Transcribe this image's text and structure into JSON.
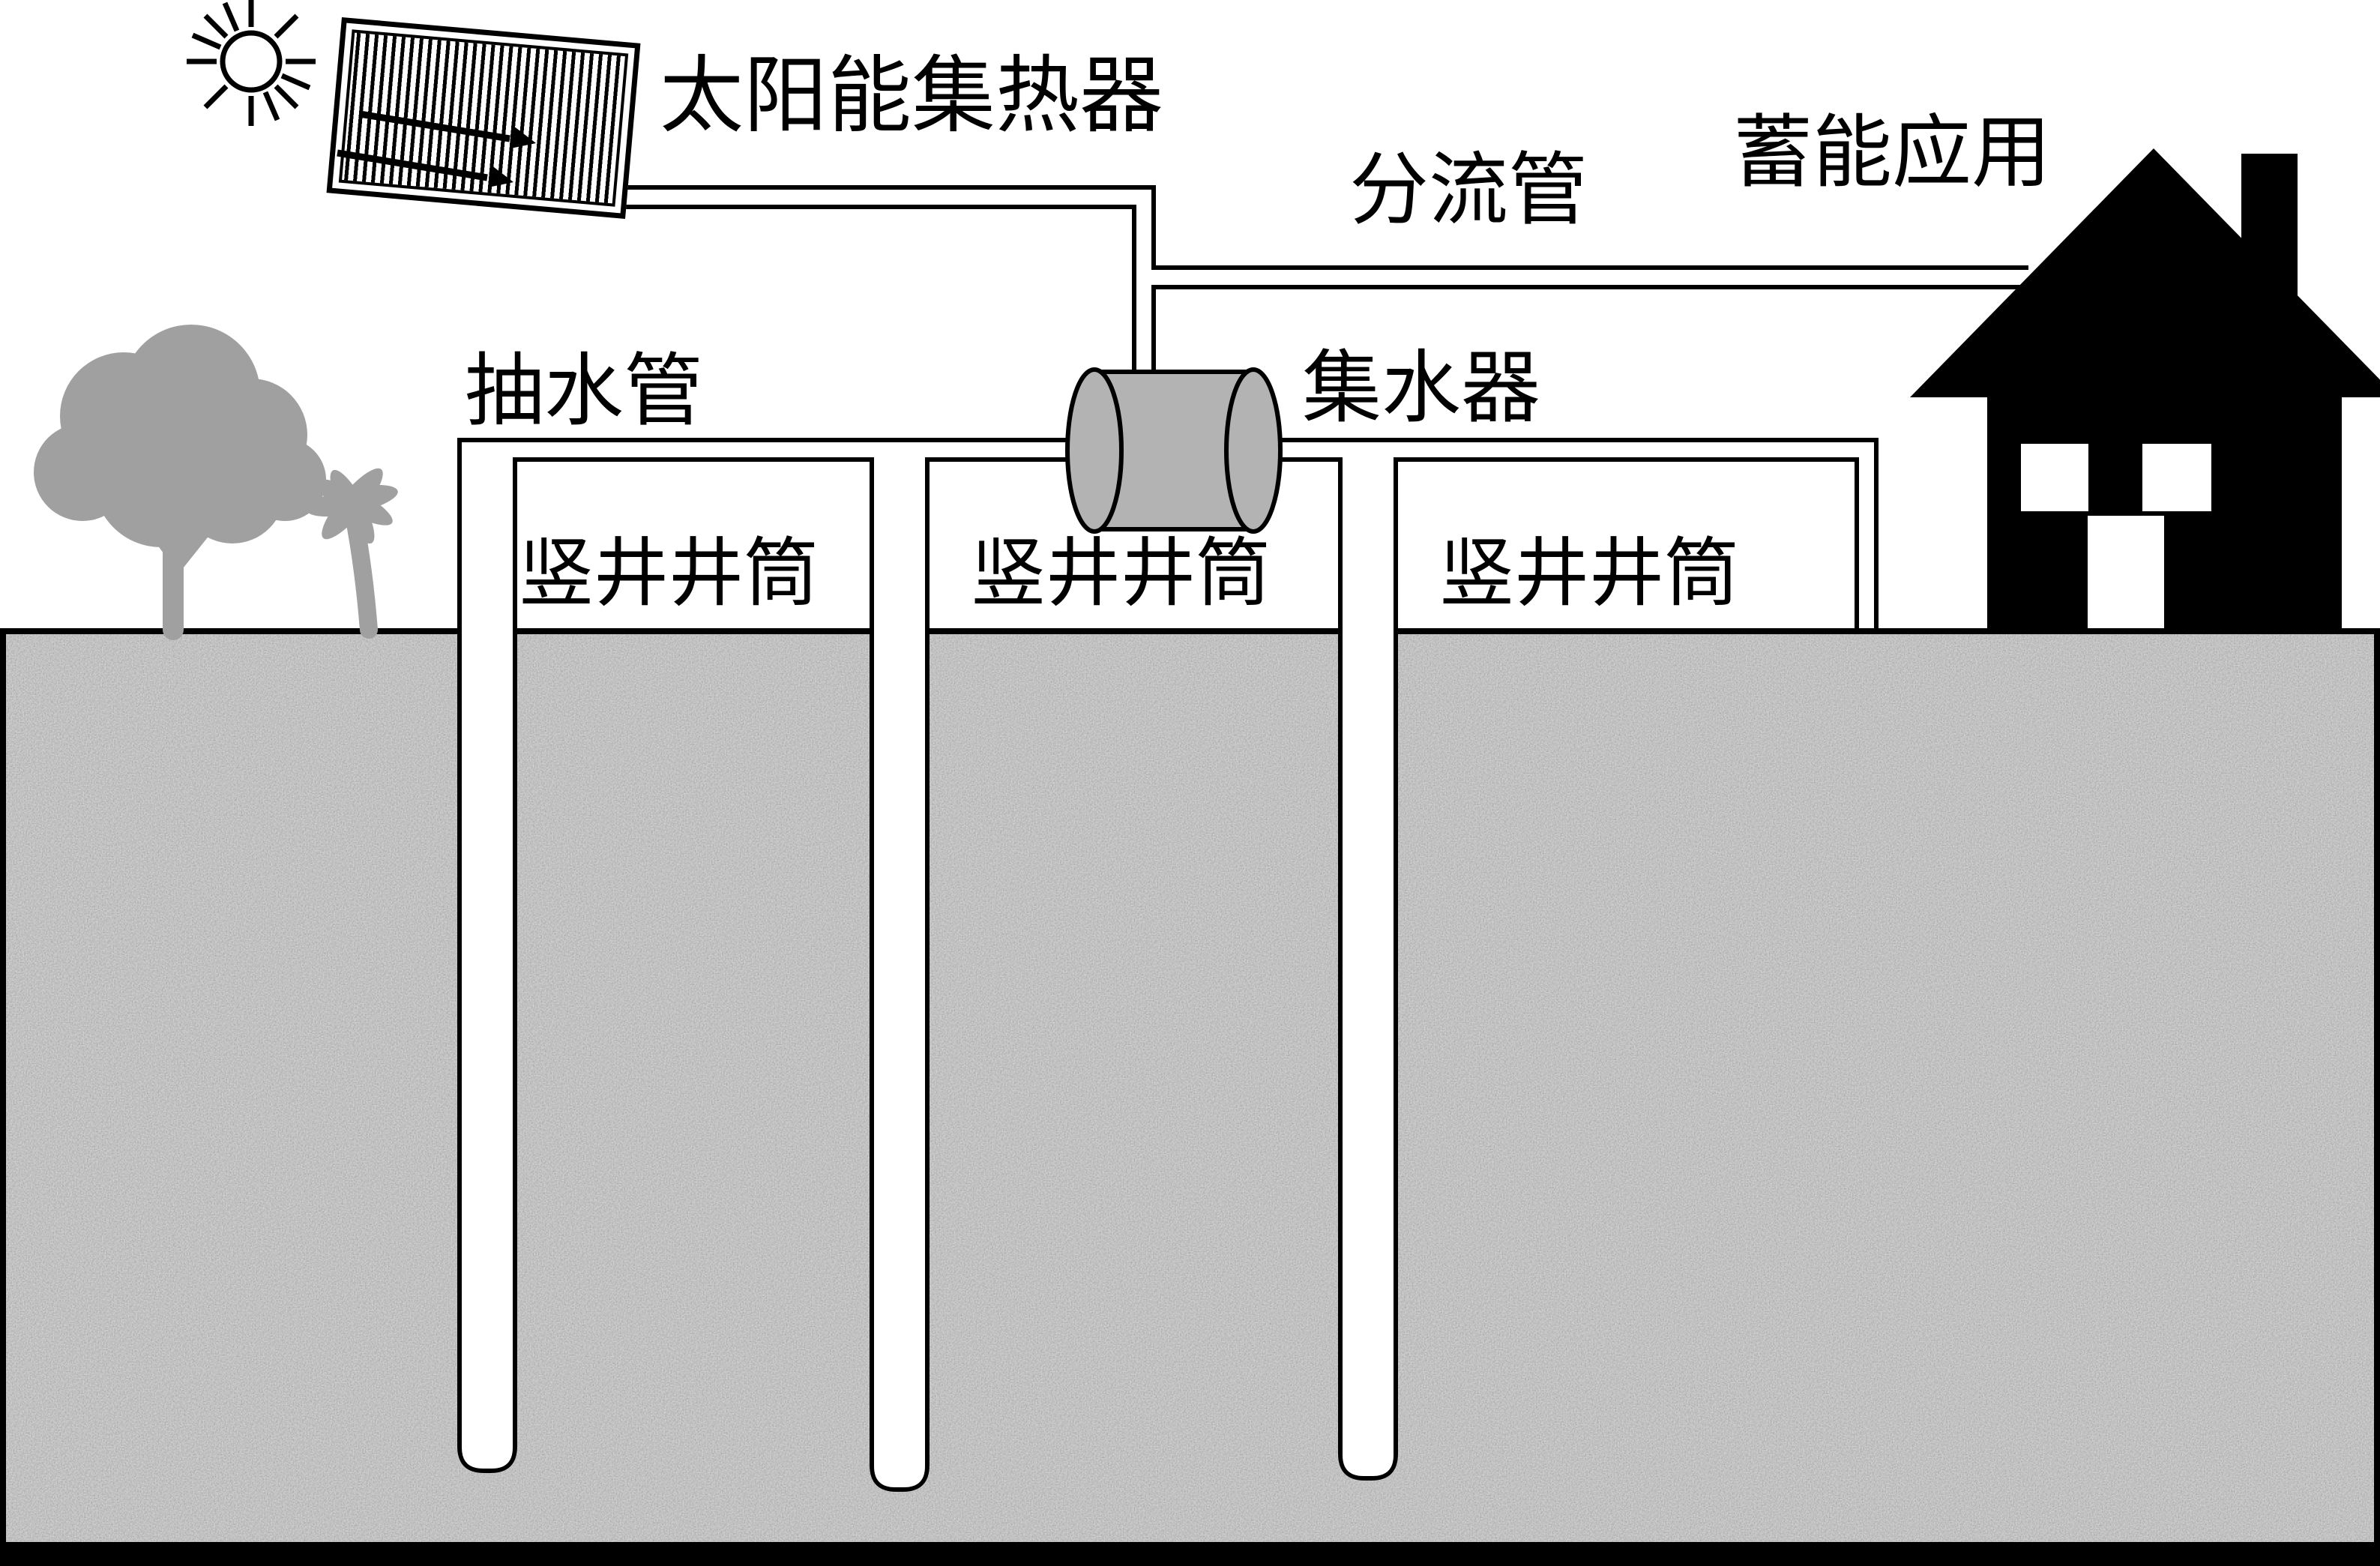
{
  "labels": {
    "solar_collector": "太阳能集热器",
    "splitter_pipe": "分流管",
    "energy_storage_application": "蓄能应用",
    "pumping_pipe": "抽水管",
    "water_collector": "集水器",
    "shafts": [
      "竖井井筒",
      "竖井井筒",
      "竖井井筒"
    ]
  },
  "colors": {
    "line": "#000000",
    "ground_gray": "#8c8c8c",
    "tree_gray": "#a0a0a0",
    "tank_gray": "#b3b3b3",
    "background": "#ffffff"
  },
  "icons": {
    "sun": "sun-icon",
    "solar_panel": "solar-panel-icon",
    "house": "house-icon",
    "deciduous_tree": "tree-icon",
    "palm_tree": "palm-tree-icon",
    "collector_tank": "tank-icon"
  }
}
